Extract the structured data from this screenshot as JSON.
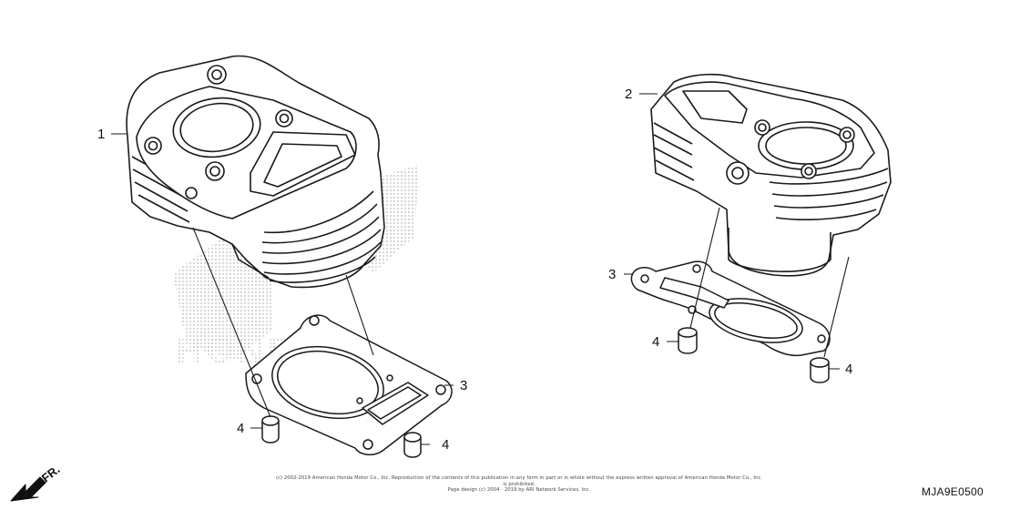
{
  "callouts": {
    "c1": "1",
    "c2": "2",
    "c3a": "3",
    "c3b": "3",
    "c4a": "4",
    "c4b": "4",
    "c4c": "4",
    "c4d": "4"
  },
  "front_marker": "FR.",
  "watermark": "HONDA",
  "copyright": {
    "line1": "(c) 2002-2019 American Honda Motor Co., Inc. Reproduction of the contents of this publication in any form in part or in whole without the express written approval of American Honda Motor Co., Inc. is prohibited.",
    "line2": "Page design (c) 2004 - 2019 by ARI Network Services, Inc."
  },
  "diagram_code": "MJA9E0500",
  "colors": {
    "line": "#1a1a1a",
    "watermark": "#bdbdbd"
  }
}
